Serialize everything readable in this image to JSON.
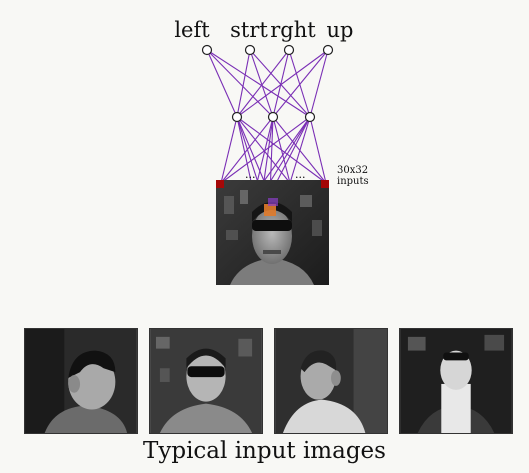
{
  "outputs": [
    "left",
    "strt",
    "rght",
    "up"
  ],
  "hidden_ellipsis": "...",
  "input_ellipsis": "...",
  "inputs_note": [
    "30x32",
    "inputs"
  ],
  "caption": "Typical input images",
  "colors": {
    "edge": "#7a2fb5",
    "node_fill": "#ffffff",
    "node_stroke": "#222222",
    "input_highlight": "#b80000",
    "patch": "#e07a2a"
  },
  "icons": [
    "face-left-turn",
    "face-sunglasses-straight",
    "face-right-turn",
    "face-up"
  ]
}
